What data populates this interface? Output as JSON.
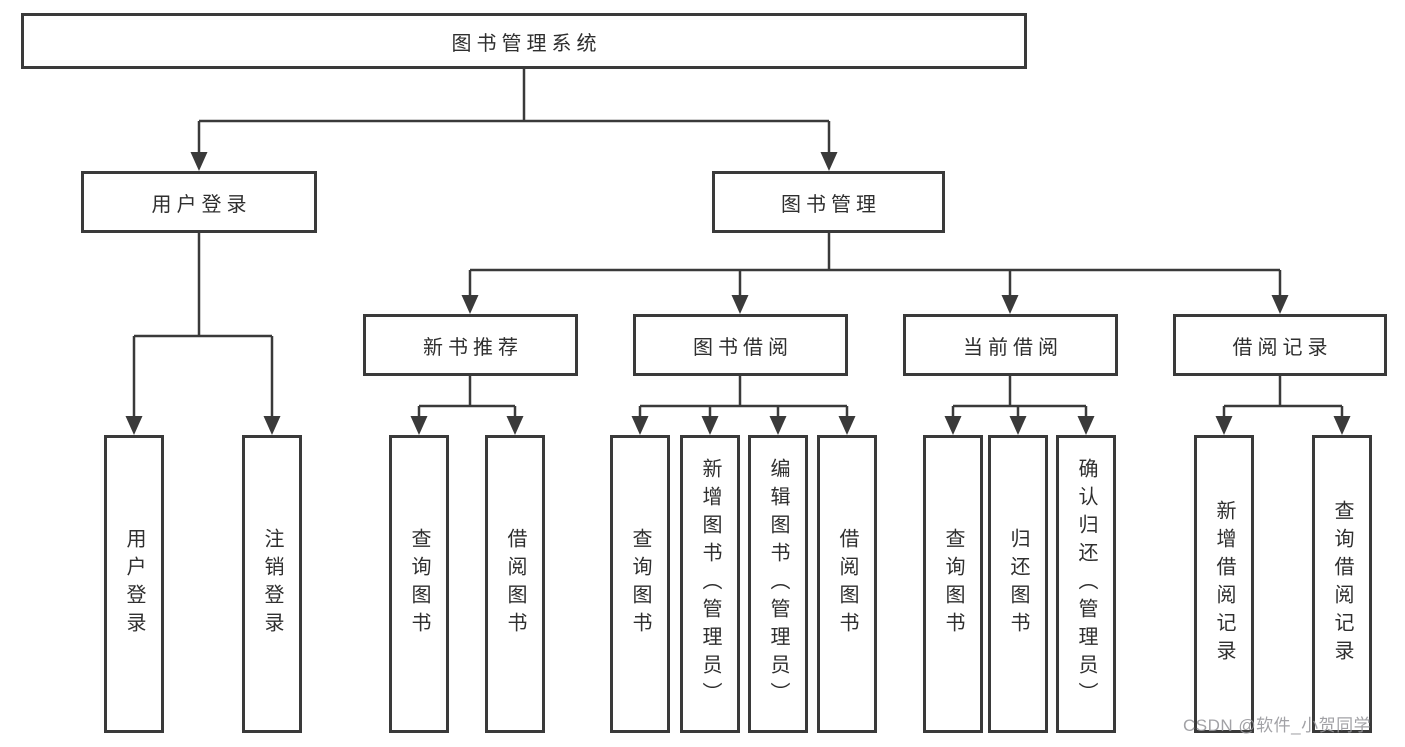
{
  "diagram_title": "图书管理系统",
  "colors": {
    "line": "#3a3a3a",
    "box_border": "#3a3a3a",
    "box_fill": "#ffffff",
    "text": "#2f2f2f",
    "background": "#ffffff",
    "watermark": "#98989c"
  },
  "tree": {
    "label": "图书管理系统",
    "children": [
      {
        "label": "用户登录",
        "children": [
          {
            "label": "用户登录"
          },
          {
            "label": "注销登录"
          }
        ]
      },
      {
        "label": "图书管理",
        "children": [
          {
            "label": "新书推荐",
            "children": [
              {
                "label": "查询图书"
              },
              {
                "label": "借阅图书"
              }
            ]
          },
          {
            "label": "图书借阅",
            "children": [
              {
                "label": "查询图书"
              },
              {
                "label": "新增图书（管理员）"
              },
              {
                "label": "编辑图书（管理员）"
              },
              {
                "label": "借阅图书"
              }
            ]
          },
          {
            "label": "当前借阅",
            "children": [
              {
                "label": "查询图书"
              },
              {
                "label": "归还图书"
              },
              {
                "label": "确认归还（管理员）"
              }
            ]
          },
          {
            "label": "借阅记录",
            "children": [
              {
                "label": "新增借阅记录"
              },
              {
                "label": "查询借阅记录"
              }
            ]
          }
        ]
      }
    ]
  },
  "watermark": "CSDN @软件_小贺同学"
}
